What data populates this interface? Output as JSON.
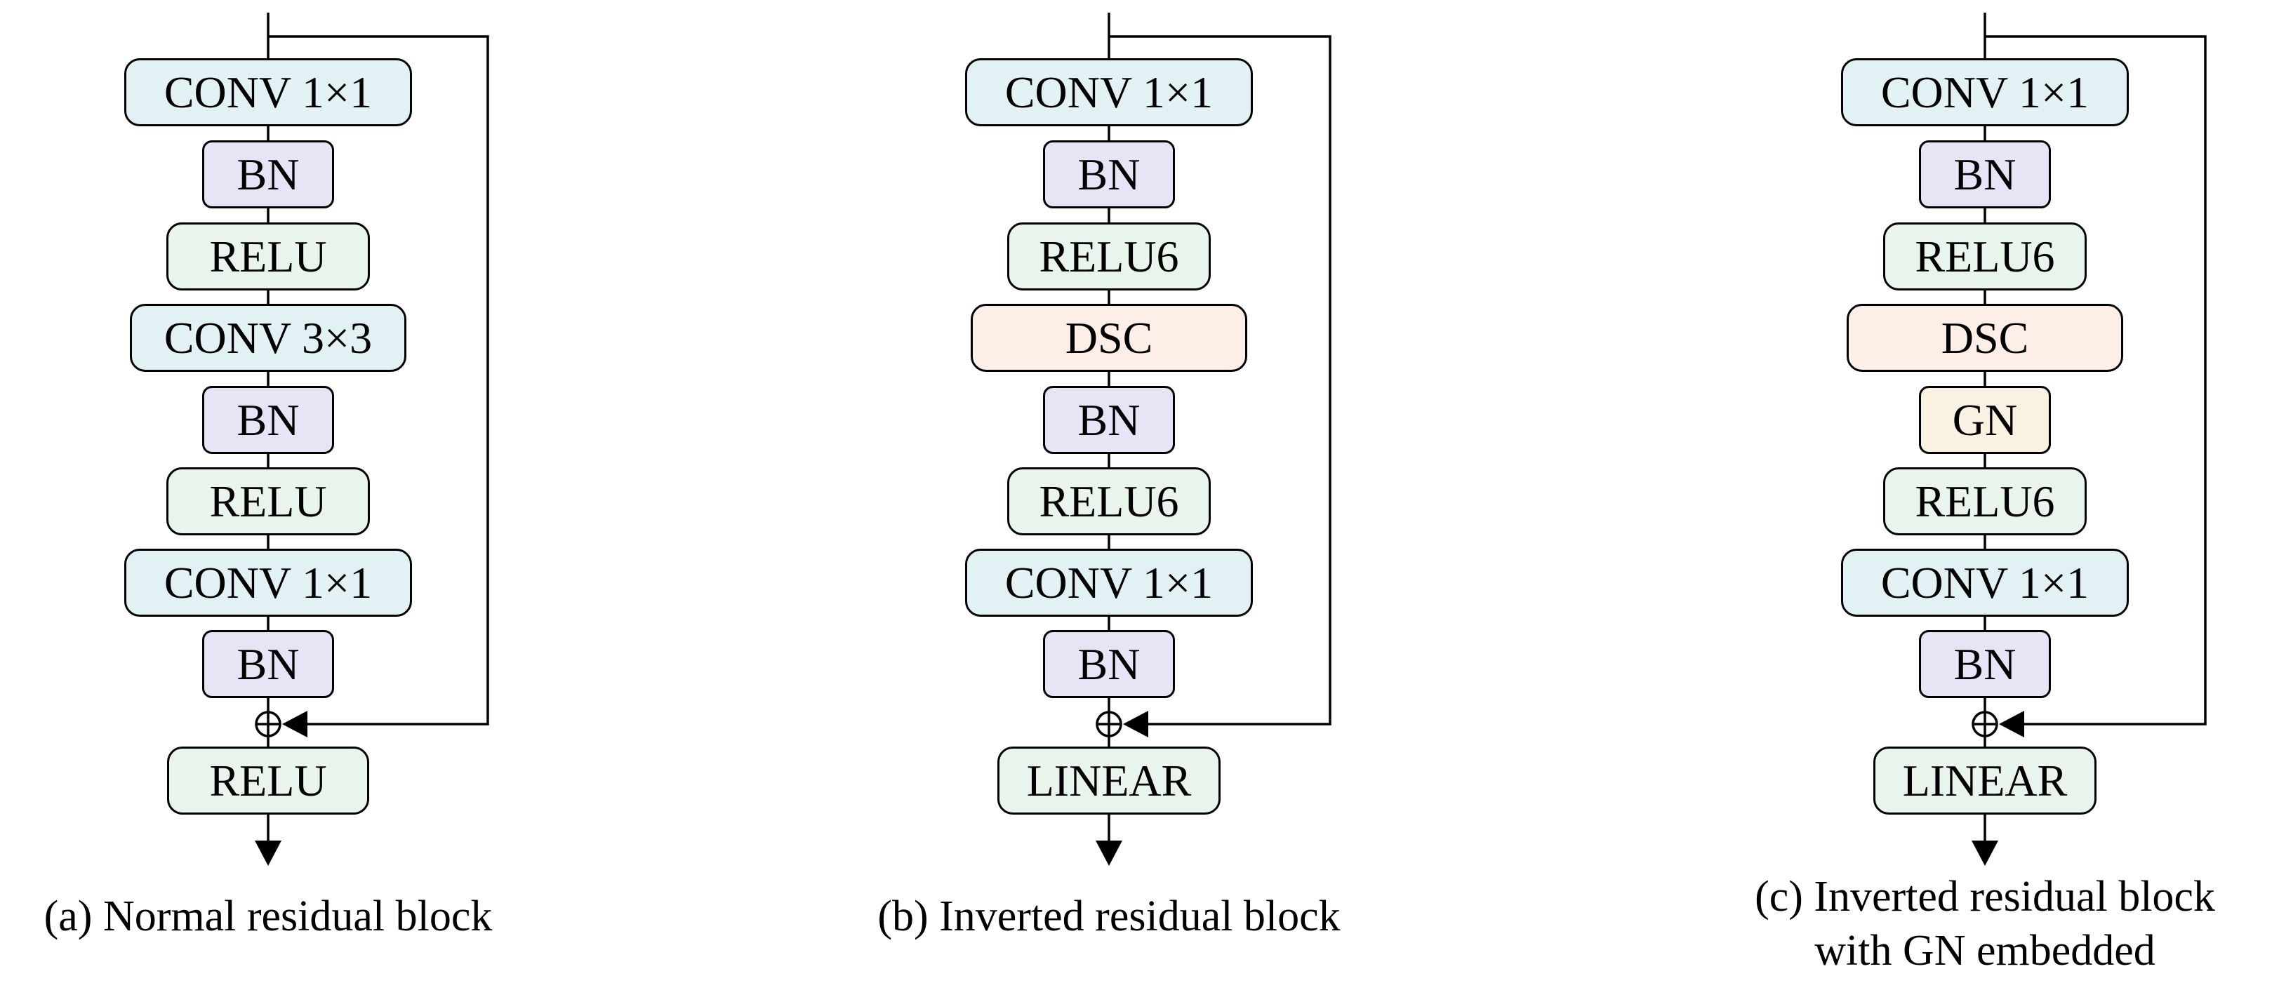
{
  "figure": {
    "colors": {
      "stroke": "#000000",
      "conv": "#e2f1f3",
      "bn": "#e8e4f5",
      "relu": "#e9f4ec",
      "dsc": "#fdeee7",
      "gn": "#f9f1e2",
      "linear": "#e9f4ec"
    },
    "diagrams": [
      {
        "id": "a",
        "merge_symbol": "⊕",
        "blocks": [
          {
            "label": "CONV 1×1",
            "type": "conv"
          },
          {
            "label": "BN",
            "type": "bn"
          },
          {
            "label": "RELU",
            "type": "relu"
          },
          {
            "label": "CONV 3×3",
            "type": "conv"
          },
          {
            "label": "BN",
            "type": "bn"
          },
          {
            "label": "RELU",
            "type": "relu"
          },
          {
            "label": "CONV 1×1",
            "type": "conv"
          },
          {
            "label": "BN",
            "type": "bn"
          }
        ],
        "output_block": {
          "label": "RELU",
          "type": "relu"
        },
        "caption_lines": [
          "(a) Normal residual block"
        ]
      },
      {
        "id": "b",
        "merge_symbol": "⊕",
        "blocks": [
          {
            "label": "CONV 1×1",
            "type": "conv"
          },
          {
            "label": "BN",
            "type": "bn"
          },
          {
            "label": "RELU6",
            "type": "relu"
          },
          {
            "label": "DSC",
            "type": "dsc"
          },
          {
            "label": "BN",
            "type": "bn"
          },
          {
            "label": "RELU6",
            "type": "relu"
          },
          {
            "label": "CONV 1×1",
            "type": "conv"
          },
          {
            "label": "BN",
            "type": "bn"
          }
        ],
        "output_block": {
          "label": "LINEAR",
          "type": "linear"
        },
        "caption_lines": [
          "(b) Inverted residual block"
        ]
      },
      {
        "id": "c",
        "merge_symbol": "⊕",
        "blocks": [
          {
            "label": "CONV 1×1",
            "type": "conv"
          },
          {
            "label": "BN",
            "type": "bn"
          },
          {
            "label": "RELU6",
            "type": "relu"
          },
          {
            "label": "DSC",
            "type": "dsc"
          },
          {
            "label": "GN",
            "type": "gn"
          },
          {
            "label": "RELU6",
            "type": "relu"
          },
          {
            "label": "CONV 1×1",
            "type": "conv"
          },
          {
            "label": "BN",
            "type": "bn"
          }
        ],
        "output_block": {
          "label": "LINEAR",
          "type": "linear"
        },
        "caption_lines": [
          "(c) Inverted residual block",
          "with GN embedded"
        ]
      }
    ]
  }
}
